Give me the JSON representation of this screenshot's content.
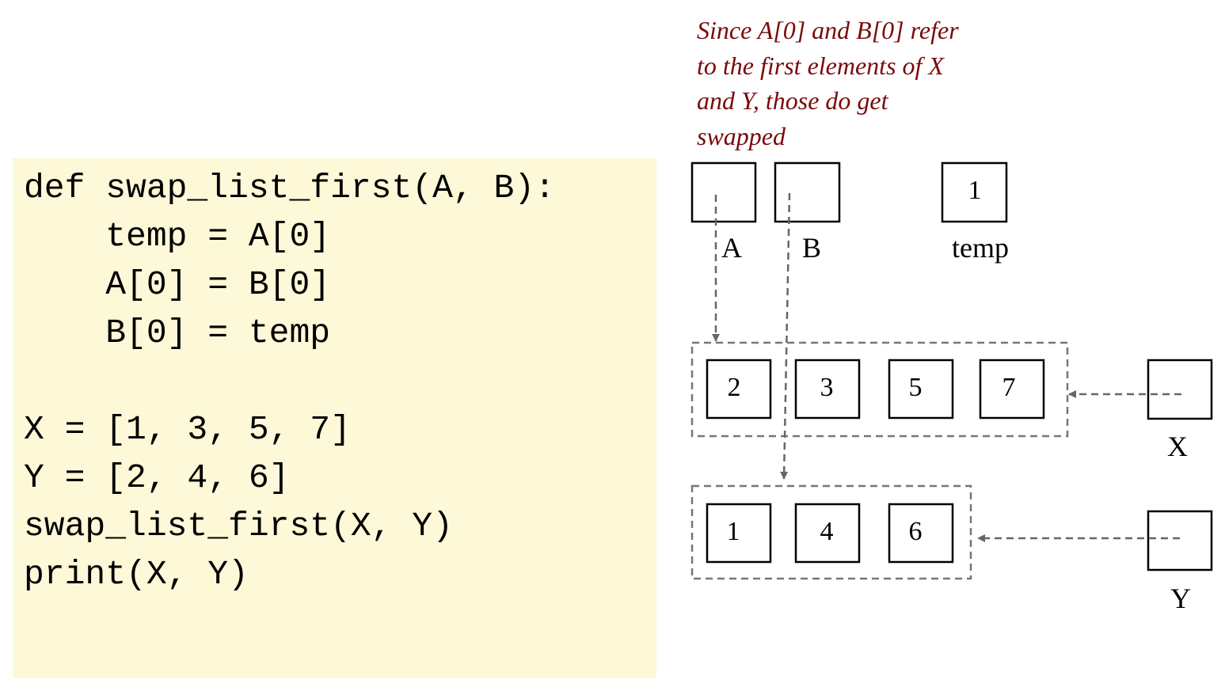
{
  "code": {
    "lines": [
      "def swap_list_first(A, B):",
      "    temp = A[0]",
      "    A[0] = B[0]",
      "    B[0] = temp",
      "",
      "X = [1, 3, 5, 7]",
      "Y = [2, 4, 6]",
      "swap_list_first(X, Y)",
      "print(X, Y)"
    ]
  },
  "annotation": {
    "text": "Since A[0] and B[0] refer\nto the first elements of X\nand Y, those do get\nswapped"
  },
  "variables": {
    "a_label": "A",
    "b_label": "B",
    "temp_label": "temp",
    "temp_value": "1",
    "x_label": "X",
    "y_label": "Y"
  },
  "list_x": {
    "values": [
      "2",
      "3",
      "5",
      "7"
    ]
  },
  "list_y": {
    "values": [
      "1",
      "4",
      "6"
    ]
  },
  "colors": {
    "code_background": "#fdf8d8",
    "annotation": "#7a0a0a",
    "arrow": "#666666"
  }
}
